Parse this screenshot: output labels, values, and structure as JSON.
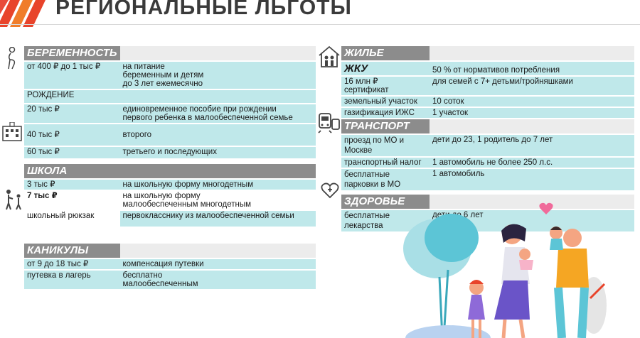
{
  "title": "РЕГИОНАЛЬНЫЕ ЛЬГОТЫ",
  "colors": {
    "header": "#8c8c8c",
    "cell": "#bfe8ea",
    "accent": "#e8442b"
  },
  "left": {
    "pregnancy": {
      "header": "БЕРЕМЕННОСТЬ",
      "rows": [
        {
          "a": "от 400 ₽ до 1 тыс ₽",
          "b": "на питание\nбеременным и детям\nдо 3 лет ежемесячно"
        },
        {
          "a": "РОЖДЕНИЕ",
          "b": ""
        },
        {
          "a": "20 тыс ₽",
          "b": "единовременное пособие при рождении\nпервого ребенка в малообеспеченной семье"
        },
        {
          "a": "40 тыс ₽",
          "b": "второго"
        },
        {
          "a": "60 тыс ₽",
          "b": "третьего и последующих"
        }
      ]
    },
    "school": {
      "header": "ШКОЛА",
      "rows": [
        {
          "a": "3 тыс ₽",
          "b": "на школьную форму многодетным"
        },
        {
          "a": "7 тыс ₽",
          "b": "на школьную форму\nмалообеспеченным многодетным"
        },
        {
          "a": "школьный рюкзак",
          "b": "первокласснику из малообеспеченной семьи"
        }
      ]
    },
    "holidays": {
      "header": "КАНИКУЛЫ",
      "rows": [
        {
          "a": "от  9 до 18 тыс ₽",
          "b": "компенсация путевки"
        },
        {
          "a": "путевка в лагерь",
          "b": "бесплатно\nмалообеспеченным"
        }
      ]
    }
  },
  "right": {
    "housing": {
      "header": "ЖИЛЬЕ",
      "sub": "ЖКУ",
      "sub_value": "50 % от нормативов потребления",
      "rows": [
        {
          "a": "16 млн ₽\nсертификат",
          "b": "для семей с 7+ детьми/тройняшками"
        },
        {
          "a": "земельный участок",
          "b": "10 соток"
        },
        {
          "a": "газификация ИЖС",
          "b": "1 участок"
        }
      ]
    },
    "transport": {
      "header": "ТРАНСПОРТ",
      "rows": [
        {
          "a": "проезд по МО и\nМоскве",
          "b": "дети до 23, 1 родитель до 7 лет"
        },
        {
          "a": "транспортный налог",
          "b": "1 автомобиль не более 250 л.с."
        },
        {
          "a": "бесплатные\nпарковки в МО",
          "b": "1 автомобиль"
        }
      ]
    },
    "health": {
      "header": "ЗДОРОВЬЕ",
      "rows": [
        {
          "a": "бесплатные\nлекарства",
          "b": "дети до 6 лет"
        }
      ]
    }
  }
}
